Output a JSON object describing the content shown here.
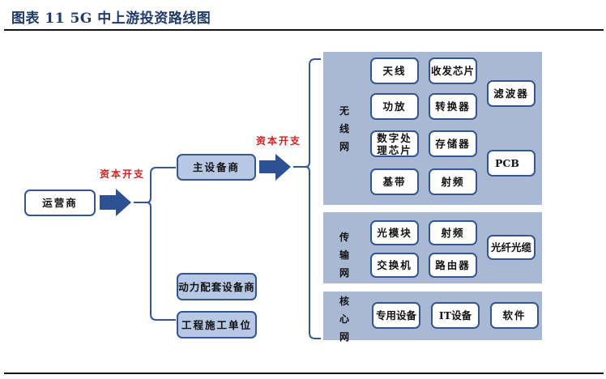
{
  "title": "图表 11 5G 中上游投资路线图",
  "colors": {
    "title": "#1f3a6b",
    "box_border": "#34558f",
    "arrow": "#2e5194",
    "capex_label": "#d42020",
    "panel": "#a9b9d3",
    "highlight_box": "#b6c8e4"
  },
  "diagram": {
    "root": {
      "label": "运营商"
    },
    "capex_label_1": "资本开支",
    "capex_label_2": "资本开支",
    "tier2": [
      {
        "label": "主设备商"
      },
      {
        "label": "动力配套设备商"
      },
      {
        "label": "工程施工单位"
      }
    ],
    "networks": {
      "wireless": {
        "label": "无线网",
        "items": [
          "天线",
          "收发芯片",
          "滤波器",
          "功放",
          "转换器",
          "数字处理芯片",
          "存储器",
          "PCB",
          "基带",
          "射频"
        ]
      },
      "transport": {
        "label": "传输网",
        "items": [
          "光模块",
          "射频",
          "光纤光缆",
          "交换机",
          "路由器"
        ]
      },
      "core": {
        "label": "核心网",
        "items": [
          "专用设备",
          "IT设备",
          "软件"
        ]
      }
    }
  }
}
